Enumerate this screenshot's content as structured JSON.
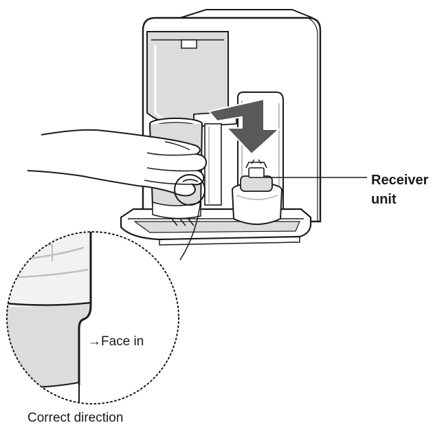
{
  "labels": {
    "receiver_line1": "Receiver",
    "receiver_line2": "unit",
    "face_in": "→Face in",
    "caption": "Correct direction"
  },
  "colors": {
    "outline": "#1a1a1a",
    "body_fill": "#ffffff",
    "light_gray": "#dcdcdc",
    "mid_gray": "#bfbfbf",
    "arrow_fill": "#5a5a5a"
  }
}
